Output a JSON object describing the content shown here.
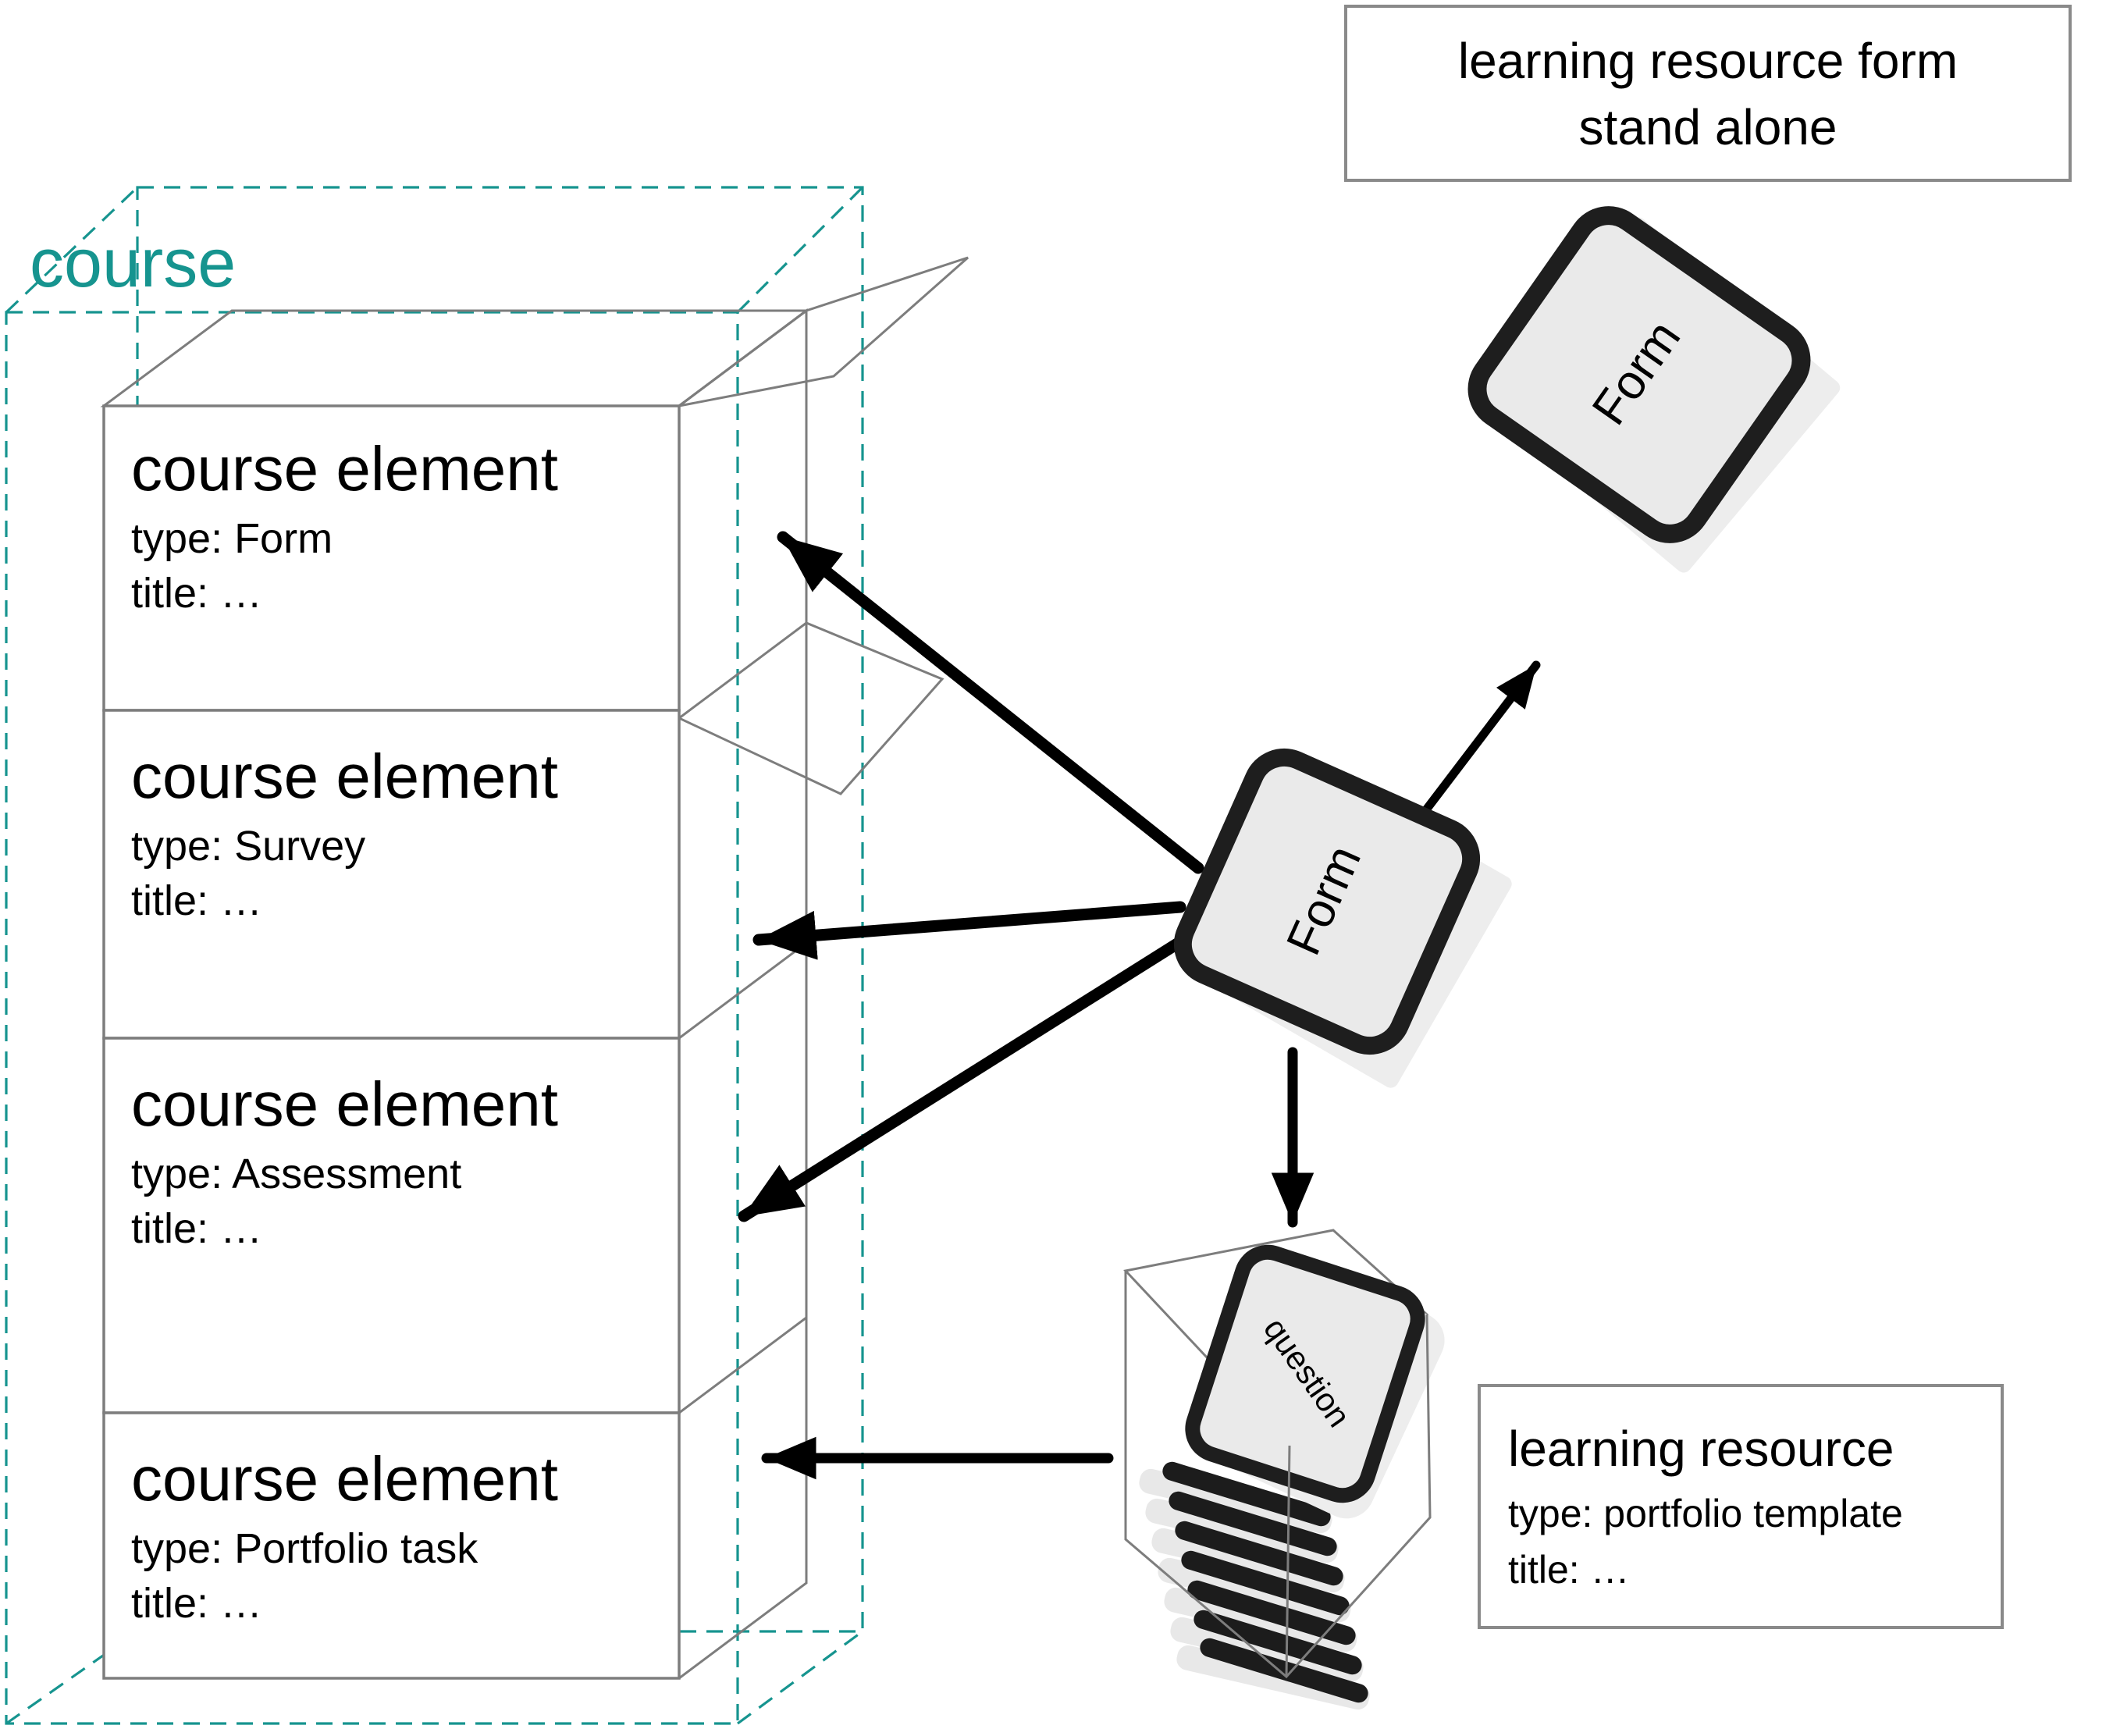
{
  "colors": {
    "accent_teal": "#16948F",
    "line_gray": "#7D7D7D",
    "card_border": "#1E1E1E",
    "card_fill": "#EAEAEA",
    "arrow_black": "#000000"
  },
  "course": {
    "label": "course",
    "elements": [
      {
        "heading": "course element",
        "type_line": "type: Form",
        "title_line": "title: …"
      },
      {
        "heading": "course element",
        "type_line": "type: Survey",
        "title_line": "title: …"
      },
      {
        "heading": "course element",
        "type_line": "type: Assessment",
        "title_line": "title: …"
      },
      {
        "heading": "course element",
        "type_line": "type: Portfolio task",
        "title_line": "title: …"
      }
    ]
  },
  "standalone": {
    "box_line1": "learning resource form",
    "box_line2": "stand alone",
    "card_label": "Form"
  },
  "linked_form": {
    "card_label": "Form"
  },
  "question_stack": {
    "top_card_label": "question",
    "stacked_card_count": 7
  },
  "resource_info": {
    "heading": "learning resource",
    "type_line": "type: portfolio template",
    "title_line": "title: …"
  }
}
